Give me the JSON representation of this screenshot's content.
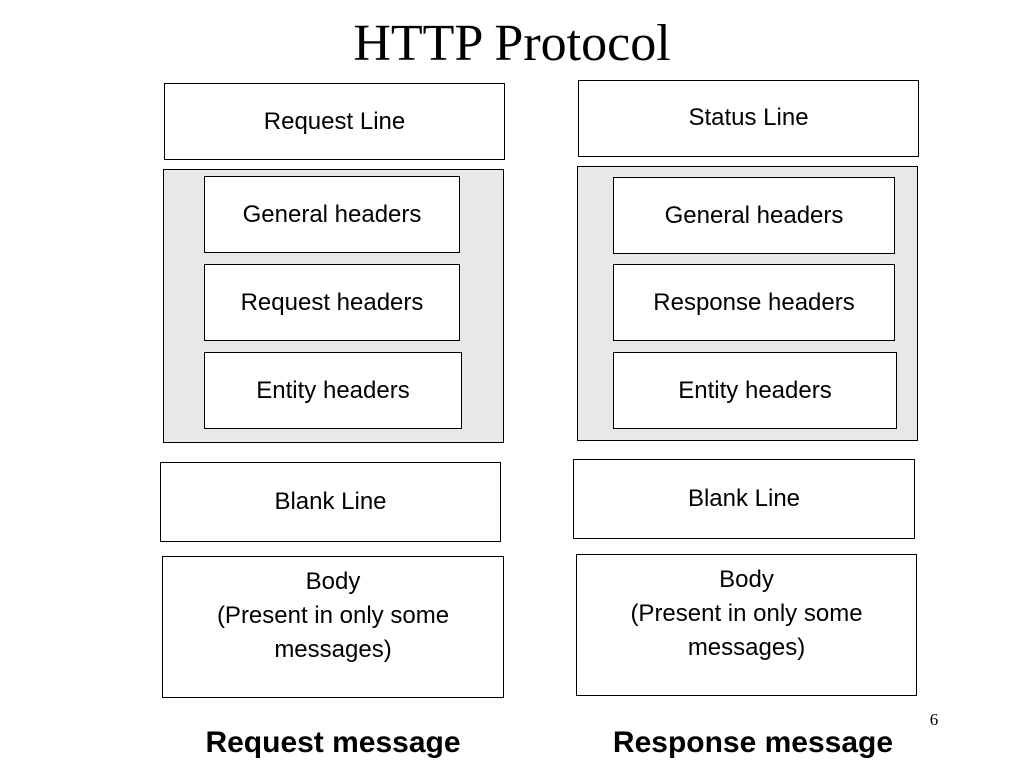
{
  "slide": {
    "title": "HTTP Protocol",
    "page_number": "6"
  },
  "request": {
    "first_line": "Request Line",
    "headers": [
      "General headers",
      "Request headers",
      "Entity headers"
    ],
    "blank_line": "Blank Line",
    "body": {
      "label": "Body",
      "note_line1": "(Present in only some",
      "note_line2": "messages)"
    },
    "caption": "Request message"
  },
  "response": {
    "first_line": "Status Line",
    "headers": [
      "General headers",
      "Response headers",
      "Entity headers"
    ],
    "blank_line": "Blank Line",
    "body": {
      "label": "Body",
      "note_line1": "(Present in only some",
      "note_line2": "messages)"
    },
    "caption": "Response message"
  }
}
